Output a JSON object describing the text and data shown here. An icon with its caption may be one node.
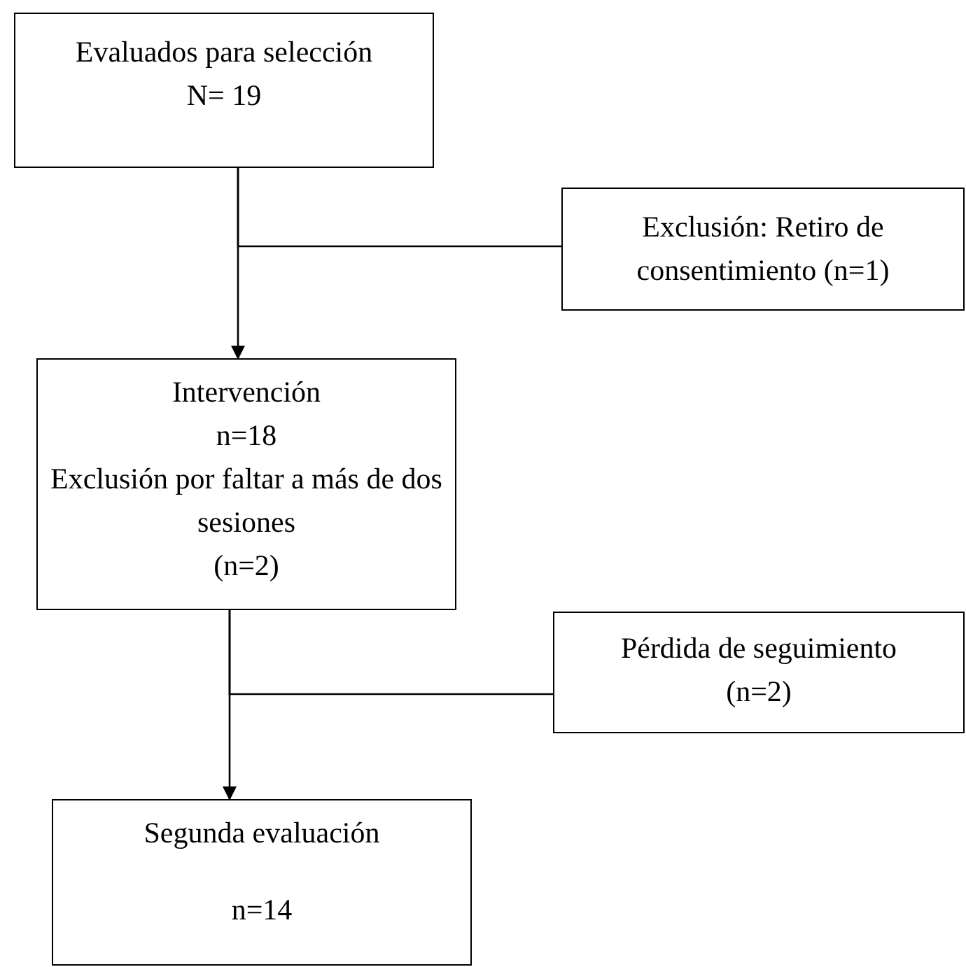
{
  "diagram": {
    "nodes": [
      {
        "text": [
          "Evaluados para selección",
          "N= 19"
        ]
      },
      {
        "text": [
          "Exclusión: Retiro de consentimiento (n=1)"
        ]
      },
      {
        "text": [
          "Intervención",
          "n=18",
          "Exclusión por faltar a más de dos sesiones",
          "(n=2)"
        ]
      },
      {
        "text": [
          "Pérdida de seguimiento",
          "(n=2)"
        ]
      },
      {
        "text": [
          "Segunda evaluación",
          "n=14"
        ]
      }
    ],
    "edges": [
      {
        "from": 0,
        "to": 2,
        "arrow": "to"
      },
      {
        "from": 0,
        "to": 1,
        "arrow": "none"
      },
      {
        "from": 2,
        "to": 4,
        "arrow": "to"
      },
      {
        "from": 2,
        "to": 3,
        "arrow": "none"
      }
    ]
  }
}
